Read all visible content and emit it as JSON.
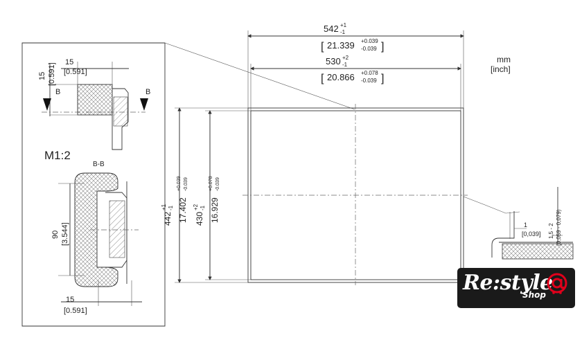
{
  "units": {
    "line1": "mm",
    "line2": "[inch]"
  },
  "top_dims": {
    "outer_mm": "542",
    "outer_mm_tol_plus": "+1",
    "outer_mm_tol_minus": "-1",
    "outer_in": "21.339",
    "outer_in_tol_plus": "+0.039",
    "outer_in_tol_minus": "-0.039",
    "inner_mm": "530",
    "inner_mm_tol_plus": "+2",
    "inner_mm_tol_minus": "-1",
    "inner_in": "20.866",
    "inner_in_tol_plus": "+0.078",
    "inner_in_tol_minus": "-0.039"
  },
  "side_dims": {
    "outer_mm": "442",
    "outer_mm_tol_plus": "+1",
    "outer_mm_tol_minus": "-1",
    "outer_in": "17.402",
    "outer_in_tol_plus": "+0.039",
    "outer_in_tol_minus": "-0.039",
    "inner_mm": "430",
    "inner_mm_tol_plus": "+2",
    "inner_mm_tol_minus": "-1",
    "inner_in": "16.929",
    "inner_in_tol_plus": "+0.078",
    "inner_in_tol_minus": "-0.039"
  },
  "detail": {
    "scale_label": "M1:2",
    "section_label": "B-B",
    "cut_mark": "B",
    "top_width_mm": "15",
    "top_width_in": "[0.591]",
    "left_height_mm": "15",
    "left_height_in": "[0.591]",
    "handle_height_mm": "90",
    "handle_height_in": "[3.544]",
    "bottom_width_mm": "15",
    "bottom_width_in": "[0.591]"
  },
  "edge_detail": {
    "gap_mm": "1",
    "gap_in": "[0,039]",
    "depth_mm": "1,5 - 2",
    "depth_in": "(0,059 - 0,079)"
  },
  "badge": {
    "brand": "Re:style",
    "sub": "Shop"
  },
  "colors": {
    "ink": "#333333",
    "badge_bg": "#1a1a1a",
    "badge_accent": "#e0001b"
  }
}
